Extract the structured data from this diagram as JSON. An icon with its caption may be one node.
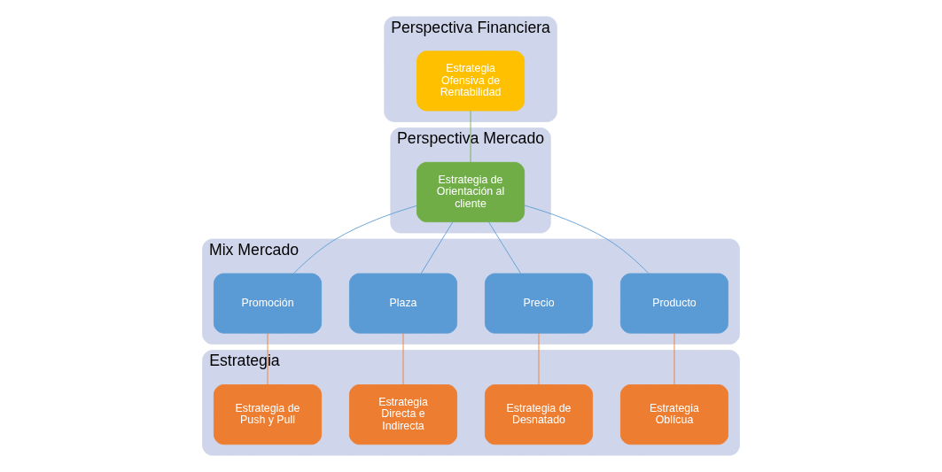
{
  "diagram": {
    "nodes": [
      {
        "text": [
          "Perspectiva Financiera"
        ]
      },
      {
        "text": [
          "Estrategia Ofensiva de Rentabilidad"
        ],
        "in": 0
      },
      {
        "text": [
          "Perspectiva Mercado"
        ]
      },
      {
        "text": [
          "Estrategia de Orientación al cliente"
        ],
        "in": 2
      },
      {
        "text": [
          "Mix Mercado"
        ]
      },
      {
        "text": [
          "Producto"
        ],
        "in": 4
      },
      {
        "text": [
          "Precio"
        ],
        "in": 4
      },
      {
        "text": [
          "Plaza"
        ],
        "in": 4
      },
      {
        "text": [
          "Promoción"
        ],
        "in": 4
      },
      {
        "text": [
          "Estrategia"
        ]
      },
      {
        "text": [
          "Estrategia Oblícua"
        ],
        "in": 9
      },
      {
        "text": [
          "Estrategia de Desnatado"
        ],
        "in": 9
      },
      {
        "text": [
          "Estrategia Directa e Indirecta"
        ],
        "in": 9
      },
      {
        "text": [
          "Estrategia de Push y Pull"
        ],
        "in": 9
      }
    ],
    "edges": [
      {
        "from": 1,
        "to": 3,
        "arrow": "none",
        "color": "#70ad47"
      },
      {
        "from": 3,
        "to": 5,
        "arrow": "none",
        "color": "#5b9bd5"
      },
      {
        "from": 3,
        "to": 6,
        "arrow": "none",
        "color": "#5b9bd5"
      },
      {
        "from": 3,
        "to": 7,
        "arrow": "none",
        "color": "#5b9bd5"
      },
      {
        "from": 3,
        "to": 8,
        "arrow": "none",
        "color": "#5b9bd5"
      },
      {
        "from": 5,
        "to": 10,
        "arrow": "none",
        "color": "#ed7d31"
      },
      {
        "from": 6,
        "to": 11,
        "arrow": "none",
        "color": "#ed7d31"
      },
      {
        "from": 7,
        "to": 12,
        "arrow": "none",
        "color": "#ed7d31"
      },
      {
        "from": 8,
        "to": 13,
        "arrow": "none",
        "color": "#ed7d31"
      }
    ]
  }
}
